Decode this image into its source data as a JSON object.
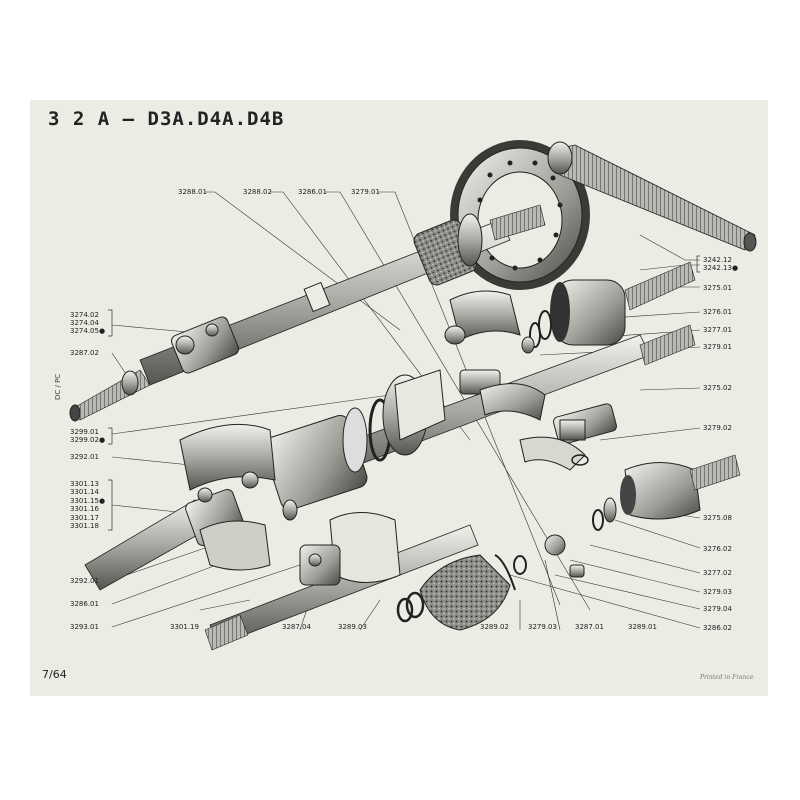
{
  "page": {
    "title": "3 2  A  —  D3A.D4A.D4B",
    "page_number": "7/64",
    "printed_note": "Printed in France",
    "side_code": "DC / PC"
  },
  "labels": {
    "l328801": "3288.01",
    "l328802": "3288.02",
    "l328601": "3286.01",
    "l327901": "3279.01",
    "l324212": "3242.12",
    "l324213": "3242.13●",
    "l327402": "3274.02",
    "l327404": "3274.04",
    "l327405": "3274.05●",
    "l328702": "3287.02",
    "l327501": "3275.01",
    "l327601": "3276.01",
    "l327701": "3277.01",
    "l3279_01b": "3279.01",
    "l329901": "3299.01",
    "l329902": "3299.02●",
    "l327502": "3275.02",
    "l329201": "3292.01",
    "l327902": "3279.02",
    "l330113": "3301.13",
    "l330114": "3301.14",
    "l330115": "3301.15●",
    "l330116": "3301.16",
    "l330117": "3301.17",
    "l330118": "3301.18",
    "l327508": "3275.08",
    "l327602": "3276.02",
    "l329201b": "3292.01",
    "l327702": "3277.02",
    "l327903": "3279.03",
    "l328601b": "3286.01",
    "l327904": "3279.04",
    "l329301": "3293.01",
    "l330119": "3301.19",
    "l328704": "3287.04",
    "l328903": "3289.03",
    "l328902": "3289.02",
    "l3279_03b": "3279.03",
    "l328701": "3287.01",
    "l328901": "3289.01",
    "l328602": "3286.02"
  }
}
